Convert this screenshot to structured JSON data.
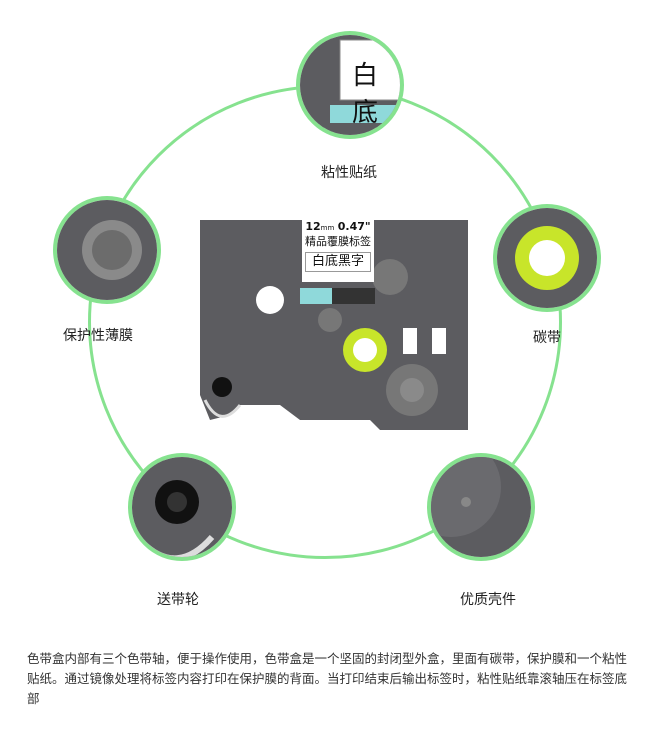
{
  "callouts": [
    {
      "label": "粘性贴纸"
    },
    {
      "label": "保护性薄膜"
    },
    {
      "label": "碳带"
    },
    {
      "label": "送带轮"
    },
    {
      "label": "优质壳件"
    }
  ],
  "bubble_top_text": "白底",
  "tape_label": {
    "size_mm": "12",
    "unit_mm": "mm",
    "size_in": "0.47\"",
    "product": "精品覆膜标签",
    "type": "白底黑字"
  },
  "description": "色带盒内部有三个色带轴，便于操作使用，色带盒是一个坚固的封闭型外盒，里面有碳带，保护膜和一个粘性贴纸。通过镜像处理将标签内容打印在保护膜的背面。当打印结束后输出标签时，粘性贴纸靠滚轴压在标签底部",
  "colors": {
    "accent": "#86e28f",
    "cassette": "#5c5c60",
    "spool": "#c8e52a"
  }
}
